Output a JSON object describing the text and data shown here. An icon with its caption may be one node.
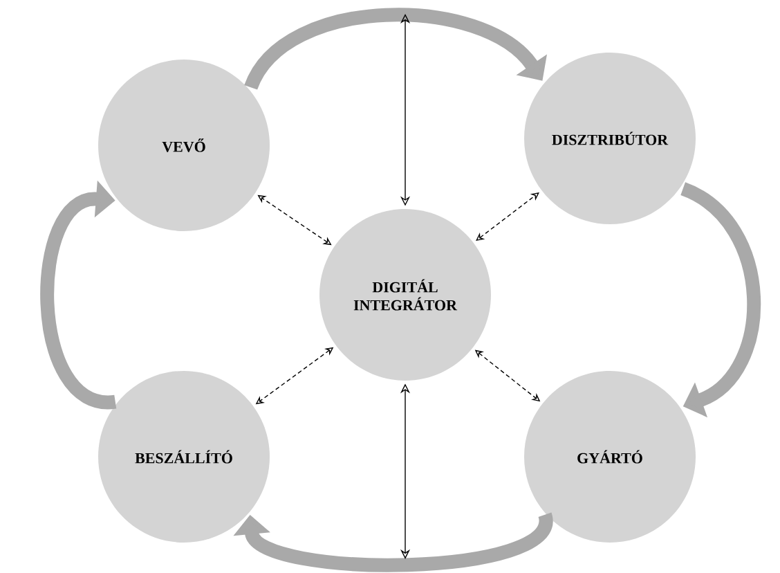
{
  "diagram": {
    "nodes": [
      {
        "text": [
          "VEVŐ"
        ]
      },
      {
        "text": [
          "DISZTRIBÚTOR"
        ]
      },
      {
        "text": [
          "DIGITÁL INTEGRÁTOR"
        ]
      },
      {
        "text": [
          "BESZÁLLÍTÓ"
        ]
      },
      {
        "text": [
          "GYÁRTÓ"
        ]
      }
    ],
    "edges": [
      {
        "from": 0,
        "to": 1,
        "arrow": "to",
        "style": "thick",
        "color": "#a9a9a9"
      },
      {
        "from": 1,
        "to": 4,
        "arrow": "to",
        "style": "thick",
        "color": "#a9a9a9"
      },
      {
        "from": 4,
        "to": 3,
        "arrow": "to",
        "style": "thick",
        "color": "#a9a9a9"
      },
      {
        "from": 3,
        "to": 0,
        "arrow": "to",
        "style": "thick",
        "color": "#a9a9a9"
      },
      {
        "from": null,
        "to": 2,
        "arrow": "both"
      },
      {
        "from": null,
        "to": 2,
        "arrow": "both"
      },
      {
        "from": 2,
        "to": 0,
        "arrow": "both",
        "style": "dashed"
      },
      {
        "from": 2,
        "to": 1,
        "arrow": "both",
        "style": "dashed"
      },
      {
        "from": 2,
        "to": 3,
        "arrow": "both",
        "style": "dashed"
      },
      {
        "from": 2,
        "to": 4,
        "arrow": "both",
        "style": "dashed"
      }
    ]
  }
}
